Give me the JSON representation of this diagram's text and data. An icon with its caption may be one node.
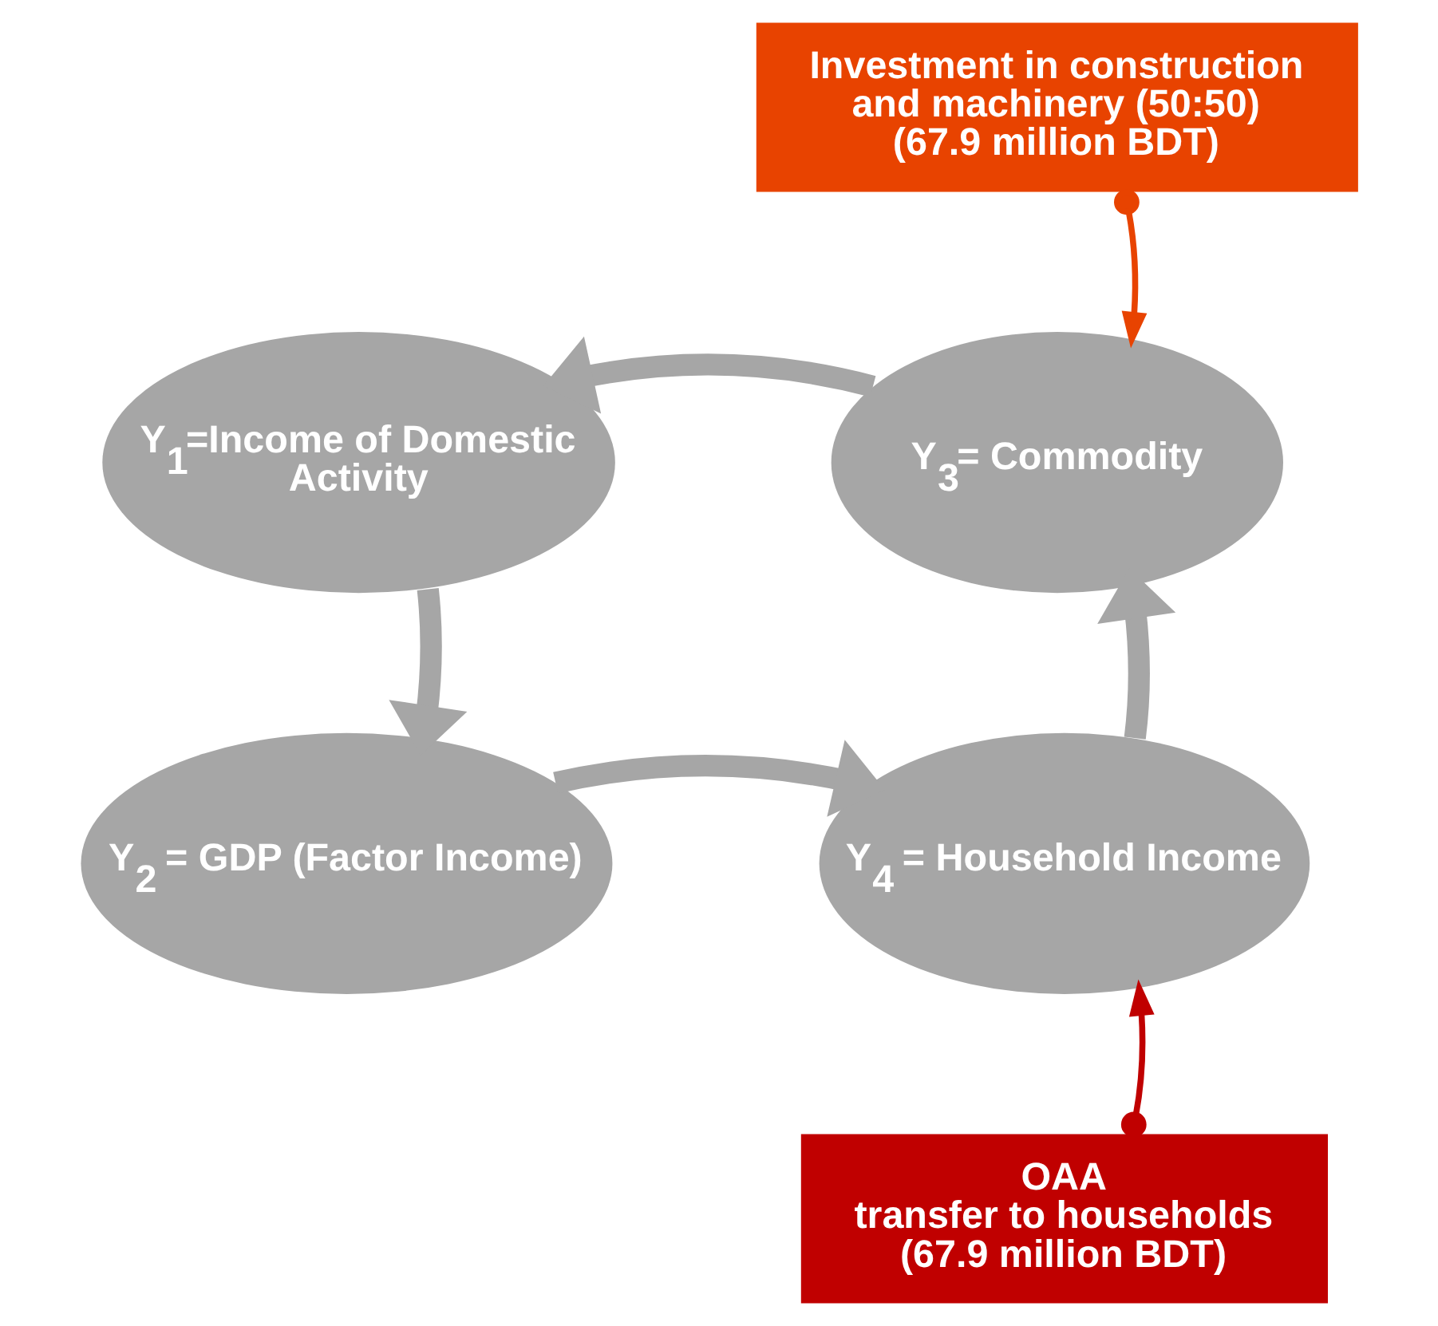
{
  "diagram": {
    "nodes": [
      {
        "text": [
          "Investment in construction and machinery (50:50) (67.9 million BDT)"
        ]
      },
      {
        "text": [
          "Y$_{1}$=Income of Domestic Activity"
        ]
      },
      {
        "text": [
          "Y$_{3}$= Commodity"
        ]
      },
      {
        "text": [
          "Y$_{2}$ = GDP (Factor Income)"
        ]
      },
      {
        "text": [
          "Y$_{4}$ = Household Income"
        ]
      },
      {
        "text": [
          "OAA",
          "transfer to households (67.9 million BDT)"
        ]
      }
    ],
    "edges": [
      {
        "from": 0,
        "to": 2,
        "arrow": "to",
        "color": "#e84300"
      },
      {
        "from": 2,
        "to": 1,
        "arrow": "to"
      },
      {
        "from": 1,
        "to": 3,
        "arrow": "to"
      },
      {
        "from": 3,
        "to": 4,
        "arrow": "to"
      },
      {
        "from": 4,
        "to": 2,
        "arrow": "to"
      },
      {
        "from": 5,
        "to": 4,
        "arrow": "to",
        "color": "#c00000"
      }
    ]
  }
}
